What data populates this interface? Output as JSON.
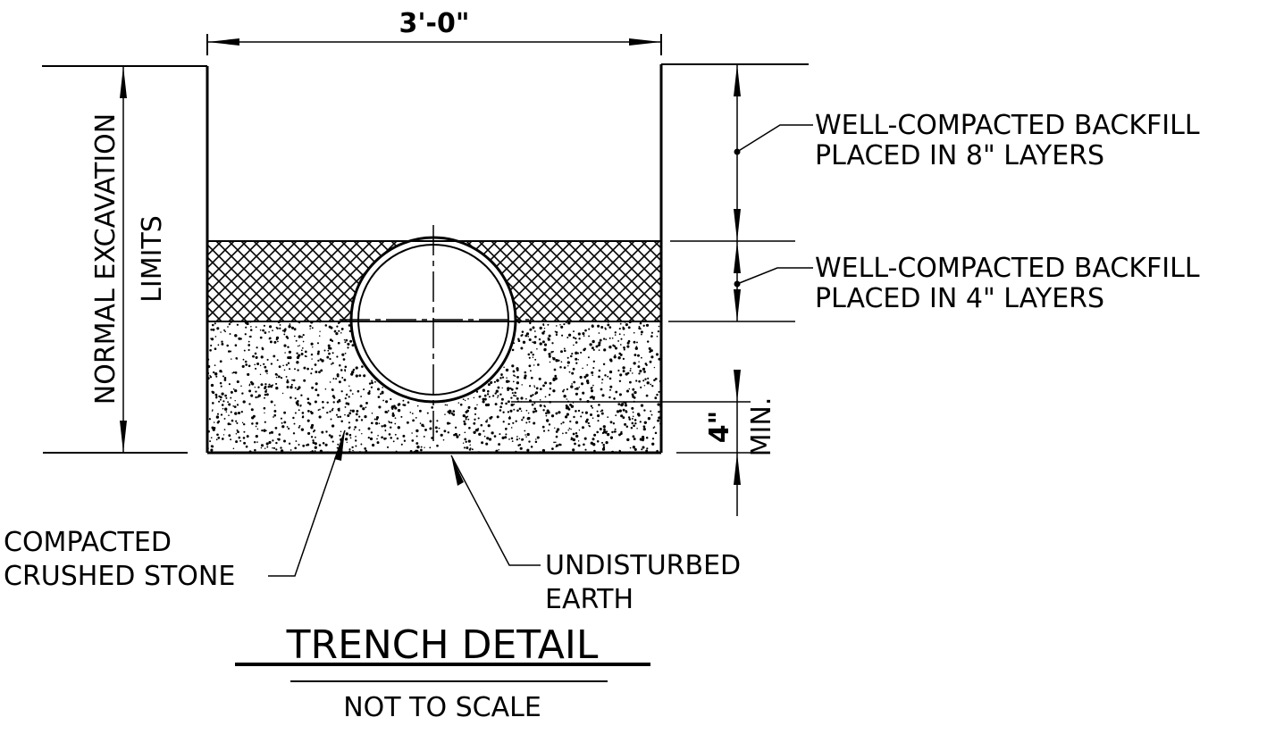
{
  "drawing": {
    "width_dimension": "3'-0\"",
    "left_dimension_line1": "NORMAL EXCAVATION",
    "left_dimension_line2": "LIMITS",
    "bedding_dim_value": "4\"",
    "bedding_dim_suffix": "MIN.",
    "callout_top_line1": "WELL-COMPACTED BACKFILL",
    "callout_top_line2": "PLACED IN 8\" LAYERS",
    "callout_mid_line1": "WELL-COMPACTED BACKFILL",
    "callout_mid_line2": "PLACED IN 4\" LAYERS",
    "callout_stone_line1": "COMPACTED",
    "callout_stone_line2": "CRUSHED STONE",
    "callout_earth_line1": "UNDISTURBED",
    "callout_earth_line2": "EARTH",
    "title": "TRENCH DETAIL",
    "subtitle": "NOT TO SCALE"
  }
}
